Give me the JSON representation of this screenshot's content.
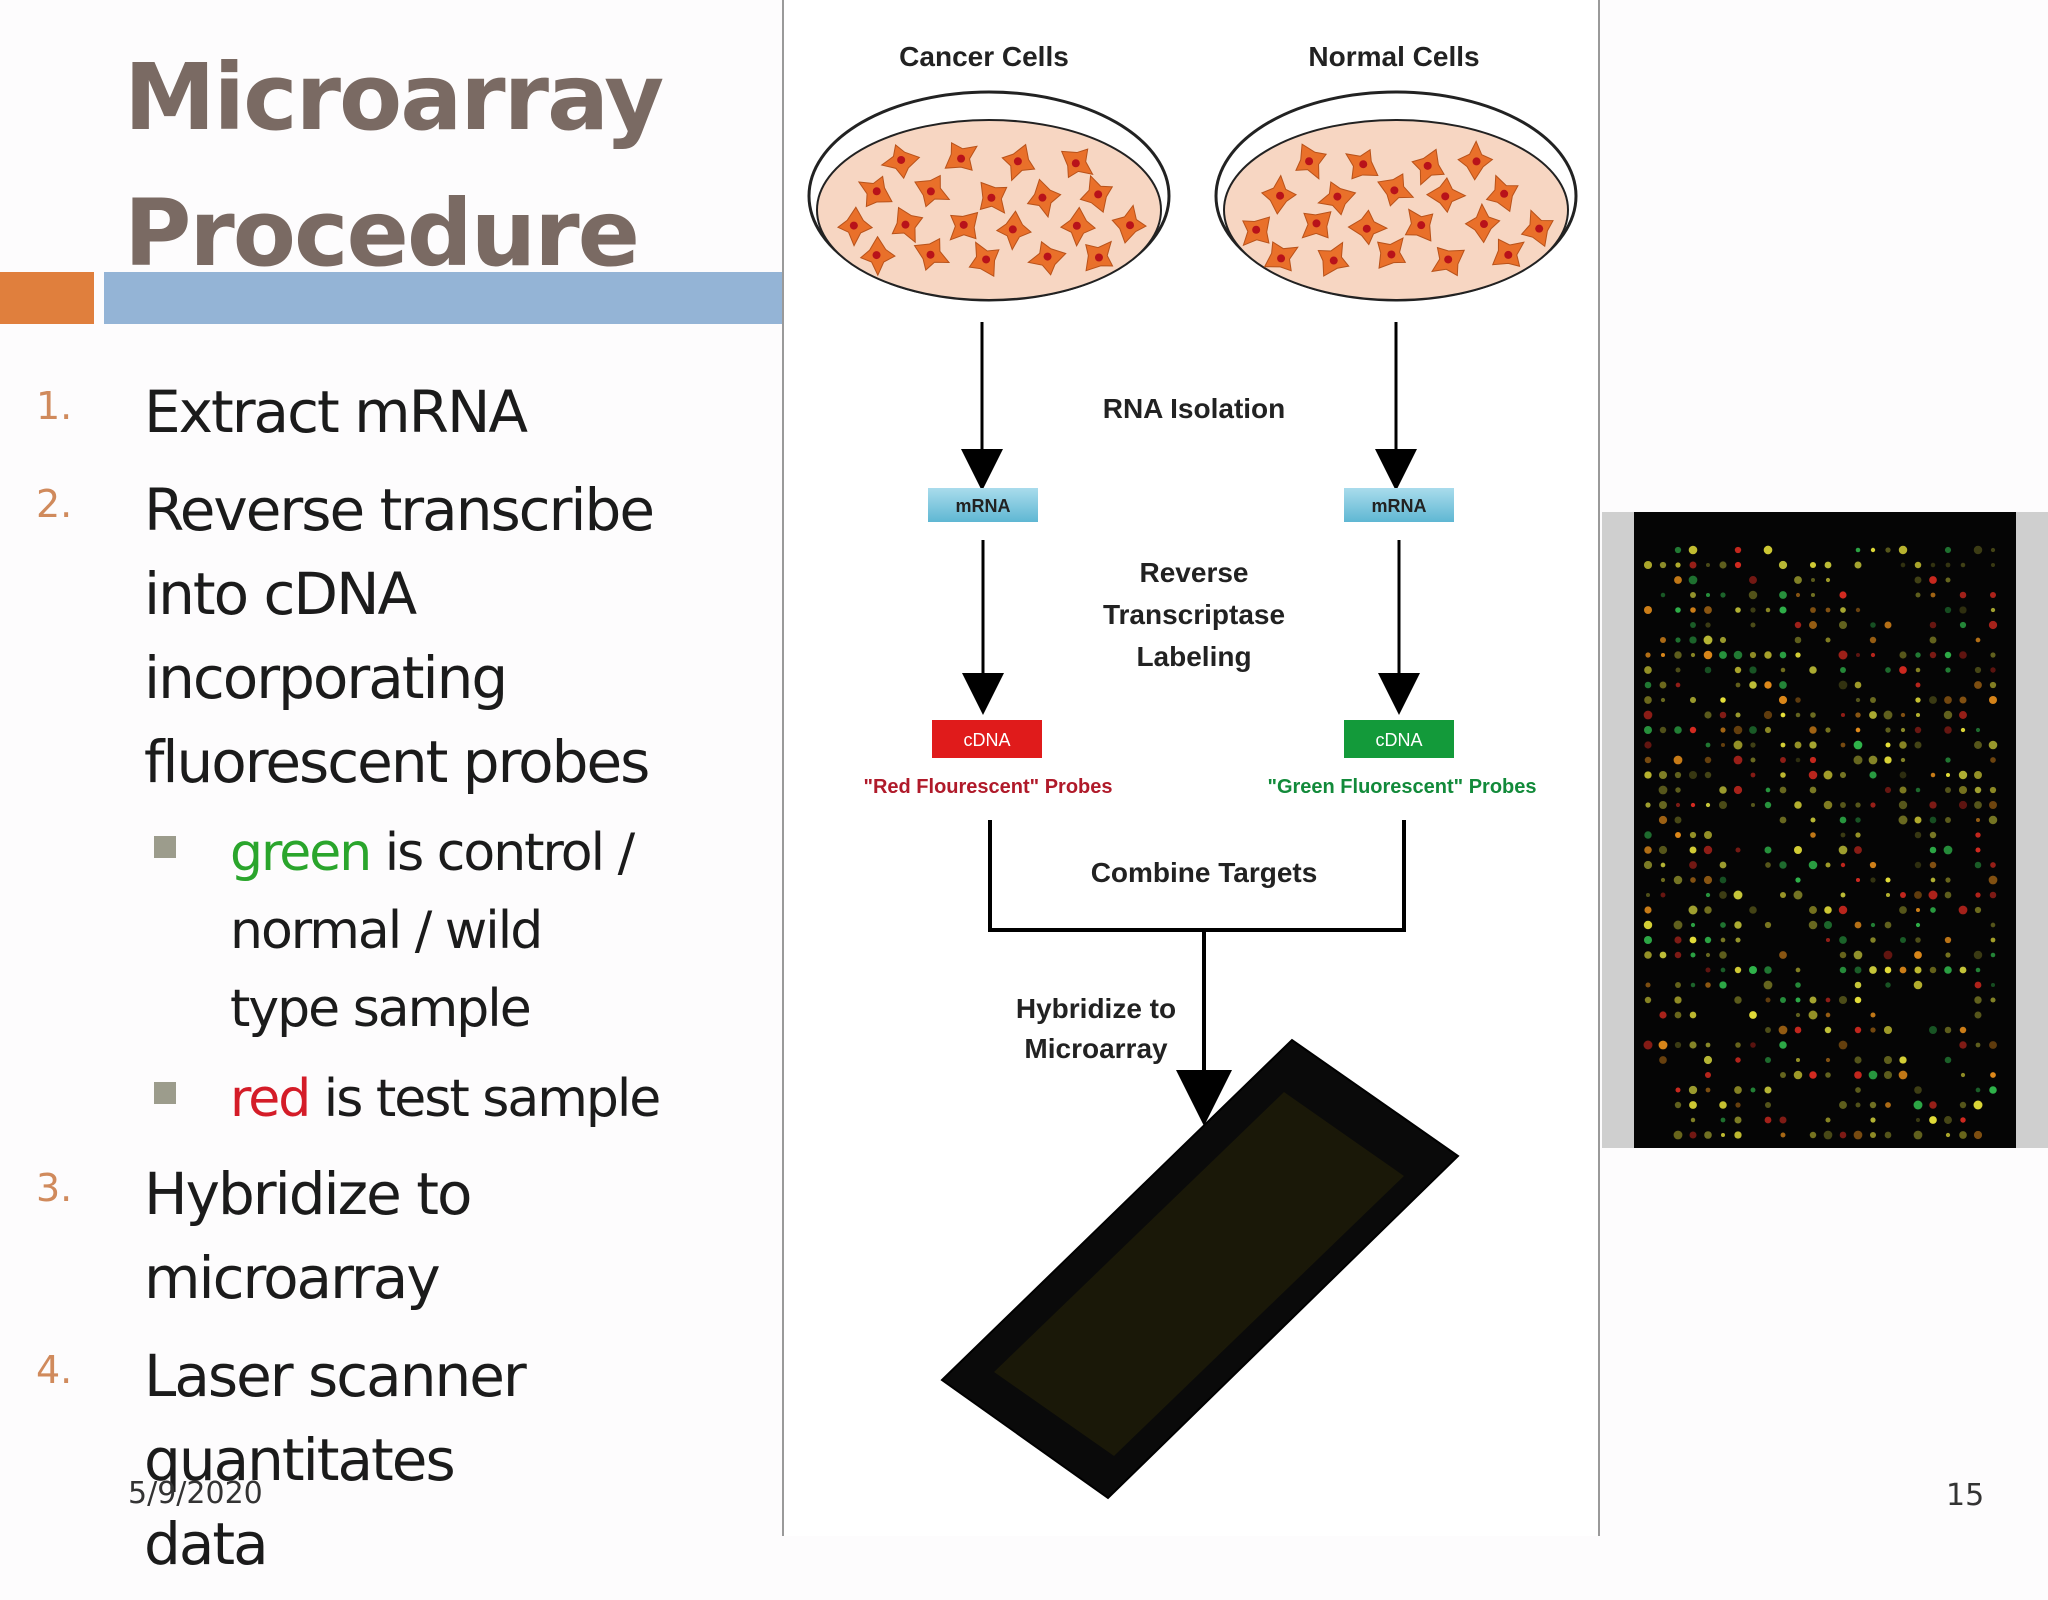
{
  "title": {
    "line1": "Microarray",
    "line2": "Procedure"
  },
  "steps": [
    {
      "num": "1.",
      "text": "Extract mRNA"
    },
    {
      "num": "2.",
      "text": "Reverse transcribe into cDNA incorporating fluorescent probes",
      "sub": [
        {
          "highlight": "green",
          "rest": " is control / normal / wild type sample"
        },
        {
          "highlight": "red",
          "rest": " is test sample"
        }
      ]
    },
    {
      "num": "3.",
      "text": "Hybridize to microarray"
    },
    {
      "num": "4.",
      "text": "Laser scanner quantitates data"
    }
  ],
  "diagram": {
    "cancer_cells": "Cancer Cells",
    "normal_cells": "Normal Cells",
    "rna_isolation": "RNA Isolation",
    "mrna_left": "mRNA",
    "mrna_right": "mRNA",
    "rt_line1": "Reverse",
    "rt_line2": "Transcriptase",
    "rt_line3": "Labeling",
    "cdna_left": "cDNA",
    "cdna_right": "cDNA",
    "red_probes": "\"Red Flourescent\" Probes",
    "green_probes": "\"Green Fluorescent\" Probes",
    "combine": "Combine Targets",
    "hyb_line1": "Hybridize to",
    "hyb_line2": "Microarray"
  },
  "colors": {
    "title": "#7a6a63",
    "accent_orange": "#e07f3d",
    "accent_blue": "#94b4d6",
    "green": "#2aa52c",
    "red": "#d41c28",
    "cdna_red": "#e01b1b",
    "cdna_green": "#139a3a",
    "mrna_blue": "#7cc6dc"
  },
  "footer": {
    "date": "5/9/2020",
    "page": "15"
  }
}
